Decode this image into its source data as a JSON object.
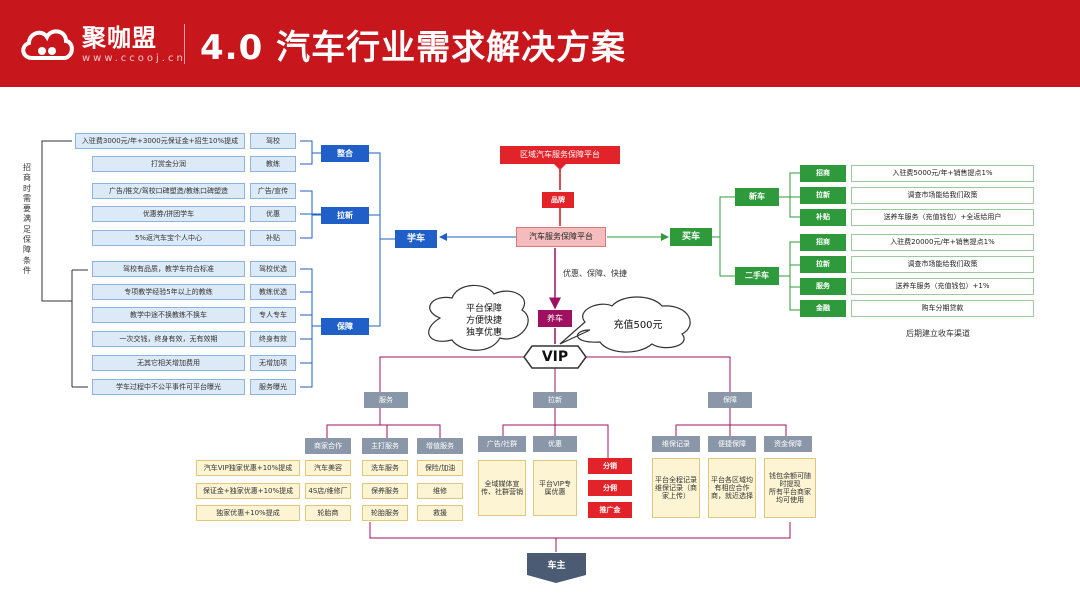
{
  "header": {
    "brand": "聚咖盟",
    "site": "www.ccooj.cn",
    "title": "4.0 汽车行业需求解决方案",
    "bg_color": "#c8161d"
  },
  "left": {
    "side_label": "招商时需要满足保障条件",
    "rows": [
      {
        "desc": "入驻费3000元/年+3000元保证金+招生10%提成",
        "tag": "驾校"
      },
      {
        "desc": "打赏金分润",
        "tag": "教练"
      },
      {
        "desc": "广告/推文/驾校口碑塑造/教练口碑塑造",
        "tag": "广告/宣传"
      },
      {
        "desc": "优惠券/拼团学车",
        "tag": "优惠"
      },
      {
        "desc": "5%返汽车宝个人中心",
        "tag": "补贴"
      },
      {
        "desc": "驾校有品质，教学车符合标准",
        "tag": "驾校优选"
      },
      {
        "desc": "专项教学经验5年以上的教练",
        "tag": "教练优选"
      },
      {
        "desc": "教学中途不换教练不换车",
        "tag": "专人专车"
      },
      {
        "desc": "一次交钱，终身有效，无有效期",
        "tag": "终身有效"
      },
      {
        "desc": "无其它相关增加费用",
        "tag": "无增加项"
      },
      {
        "desc": "学车过程中不公平事件可平台曝光",
        "tag": "服务曝光"
      }
    ],
    "groups": [
      "整合",
      "拉新",
      "保障"
    ],
    "hub": "学车"
  },
  "center": {
    "banner": "区域汽车服务保障平台",
    "brand_node": "品牌",
    "core": "汽车服务保障平台",
    "benefits": "优惠、保障、快捷",
    "maintain": "养车",
    "bubble_left": "平台保障\n方便快捷\n独享优惠",
    "bubble_right": "充值500元",
    "vip": "VIP",
    "owner": "车主"
  },
  "right": {
    "hub": "买车",
    "new_car": "新车",
    "used_car": "二手车",
    "new_rows": [
      {
        "tag": "招商",
        "desc": "入驻费5000元/年+销售提点1%"
      },
      {
        "tag": "拉新",
        "desc": "调查市场能给我们政策"
      },
      {
        "tag": "补贴",
        "desc": "送养车服务（充值钱包）+全返给用户"
      }
    ],
    "used_rows": [
      {
        "tag": "招商",
        "desc": "入驻费20000元/年+销售提点1%"
      },
      {
        "tag": "拉新",
        "desc": "调查市场能给我们政策"
      },
      {
        "tag": "服务",
        "desc": "送养车服务（充值钱包）+1%"
      },
      {
        "tag": "金融",
        "desc": "购车分期贷款"
      }
    ],
    "note": "后期建立收车渠道"
  },
  "bottom": {
    "l1": [
      "服务",
      "拉新",
      "保障"
    ],
    "service_heads": [
      "商家合作",
      "主打服务",
      "增值服务"
    ],
    "service_col1": [
      "汽车VIP独家优惠+10%提成",
      "保证金+独家优惠+10%提成",
      "独家优惠+10%提成"
    ],
    "service_col2": [
      "汽车美容",
      "4S店/维修厂",
      "轮胎商"
    ],
    "service_col3": [
      "洗车服务",
      "保养服务",
      "轮胎服务"
    ],
    "service_col4": [
      "保险/加油",
      "维修",
      "救援"
    ],
    "pull_heads": [
      "广告/社群",
      "优惠"
    ],
    "pull_boxes": [
      "全域媒体宣传、社群营销",
      "平台VIP专属优惠"
    ],
    "red_boxes": [
      "分销",
      "分佣",
      "推广金"
    ],
    "guard_heads": [
      "维保记录",
      "便捷保障",
      "资金保障"
    ],
    "guard_boxes": [
      "平台全程记录维保记录（商家上传）",
      "平台各区域均有相应合作商，就近选择",
      "钱包余额可随时提现\n所有平台商家均可使用"
    ]
  }
}
